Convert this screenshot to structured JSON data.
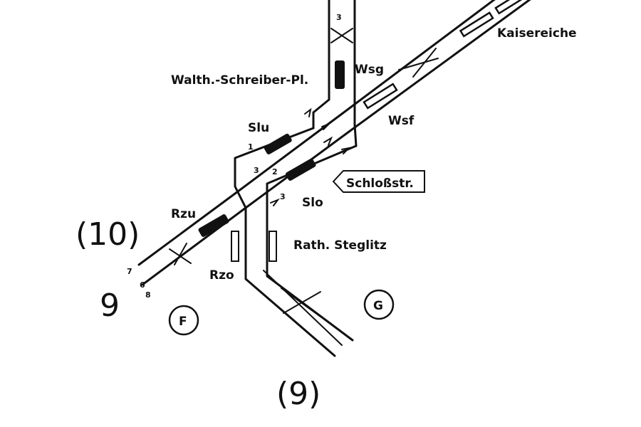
{
  "labels": {
    "kaisereiche": "Kaisereiche",
    "walth_schreiber_pl": "Walth.-Schreiber-Pl.",
    "wsg": "Wsg",
    "wsf": "Wsf",
    "slu": "Slu",
    "schlossstr": "Schloßstr.",
    "slo": "Slo",
    "rzu": "Rzu",
    "rzo": "Rzo",
    "rath_steglitz": "Rath. Steglitz",
    "line_10": "(10)",
    "line_9_plain": "9",
    "line_9_paren": "(9)",
    "circle_f": "F",
    "circle_g": "G"
  },
  "track_numbers": {
    "t3_top": "3",
    "t1": "1",
    "t3": "3",
    "t2": "2",
    "t3b": "3",
    "t7": "7",
    "t6": "6",
    "t8": "8"
  }
}
